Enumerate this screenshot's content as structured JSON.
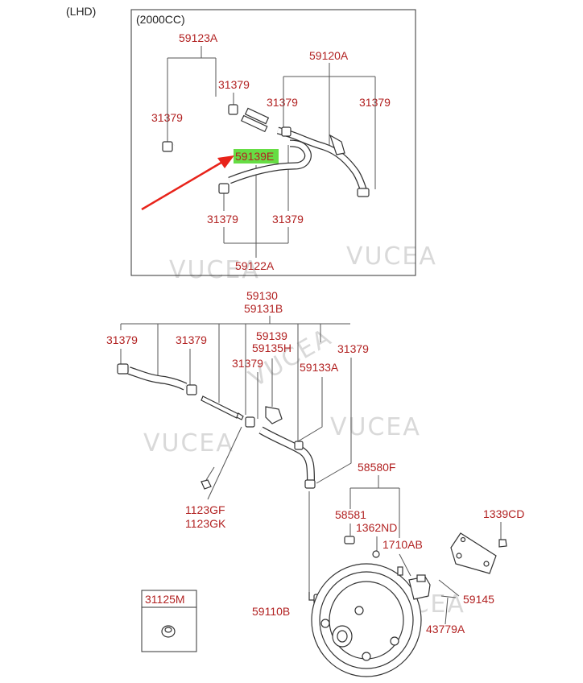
{
  "header": {
    "variant": "(LHD)",
    "engine": "(2000CC)"
  },
  "highlight": {
    "part_no": "59139E",
    "color": "#66dd44"
  },
  "top_box": {
    "labels": {
      "hose_59123A": "59123A",
      "clamp_31379_a": "31379",
      "clamp_31379_b": "31379",
      "hose_59120A": "59120A",
      "clamp_31379_c": "31379",
      "clamp_31379_d": "31379",
      "clamp_31379_e": "31379",
      "clamp_31379_f": "31379",
      "hose_59122A": "59122A"
    }
  },
  "lower": {
    "labels": {
      "asm_59130": "59130",
      "asm_59131B": "59131B",
      "clamp_31379_g": "31379",
      "clamp_31379_h": "31379",
      "part_59139": "59139",
      "part_59135H": "59135H",
      "clamp_31379_i": "31379",
      "clamp_31379_j": "31379",
      "hose_59133A": "59133A",
      "bolt_1123GF": "1123GF",
      "bolt_1123GK": "1123GK",
      "booster_59110B": "59110B",
      "asm_58580F": "58580F",
      "part_58581": "58581",
      "part_1362ND": "1362ND",
      "part_1710AB": "1710AB",
      "nut_1339CD": "1339CD",
      "gasket_59145": "59145",
      "pin_43779A": "43779A",
      "cap_31125M": "31125M"
    }
  },
  "watermark": "VUCEA",
  "colors": {
    "label": "#b22222",
    "arrow": "#e8231a",
    "frame": "#333333"
  }
}
